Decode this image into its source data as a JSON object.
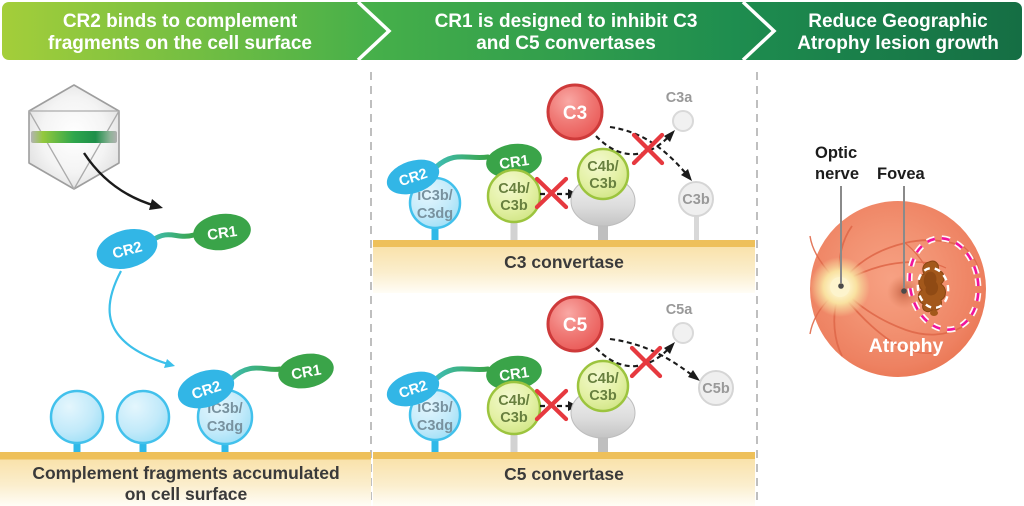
{
  "header": {
    "panels": [
      {
        "line1": "CR2 binds to complement",
        "line2": "fragments on the cell surface"
      },
      {
        "line1": "CR1 is designed to inhibit C3",
        "line2": "and C5 convertases"
      },
      {
        "line1": "Reduce Geographic",
        "line2": "Atrophy lesion growth"
      }
    ]
  },
  "molecules": {
    "cr2": "CR2",
    "cr1": "CR1",
    "ic3b_line1": "iC3b/",
    "ic3b_line2": "C3dg",
    "c4b_line1": "C4b/",
    "c4b_line2": "C3b"
  },
  "left_panel": {
    "caption_line1": "Complement fragments accumulated",
    "caption_line2": "on cell surface"
  },
  "middle_panel": {
    "rows": [
      {
        "substrate": "C3",
        "product_small": "C3a",
        "product_large": "C3b",
        "membrane_label": "C3 convertase"
      },
      {
        "substrate": "C5",
        "product_small": "C5a",
        "product_large": "C5b",
        "membrane_label": "C5 convertase"
      }
    ]
  },
  "right_panel": {
    "optic_nerve_line1": "Optic",
    "optic_nerve_line2": "nerve",
    "fovea_label": "Fovea",
    "atrophy_label": "Atrophy"
  },
  "colors": {
    "cr2_cyan": "#32b6e6",
    "cr1_green": "#3aa449",
    "membrane_gold": "#eec05a",
    "substrate_red": "#e84f4d",
    "block_red": "#e6393f",
    "lesion_brown": "#a3581b",
    "ga_outline_magenta": "#f0149b",
    "header_green_start": "#a4ce3a",
    "header_green_end": "#156e44"
  }
}
